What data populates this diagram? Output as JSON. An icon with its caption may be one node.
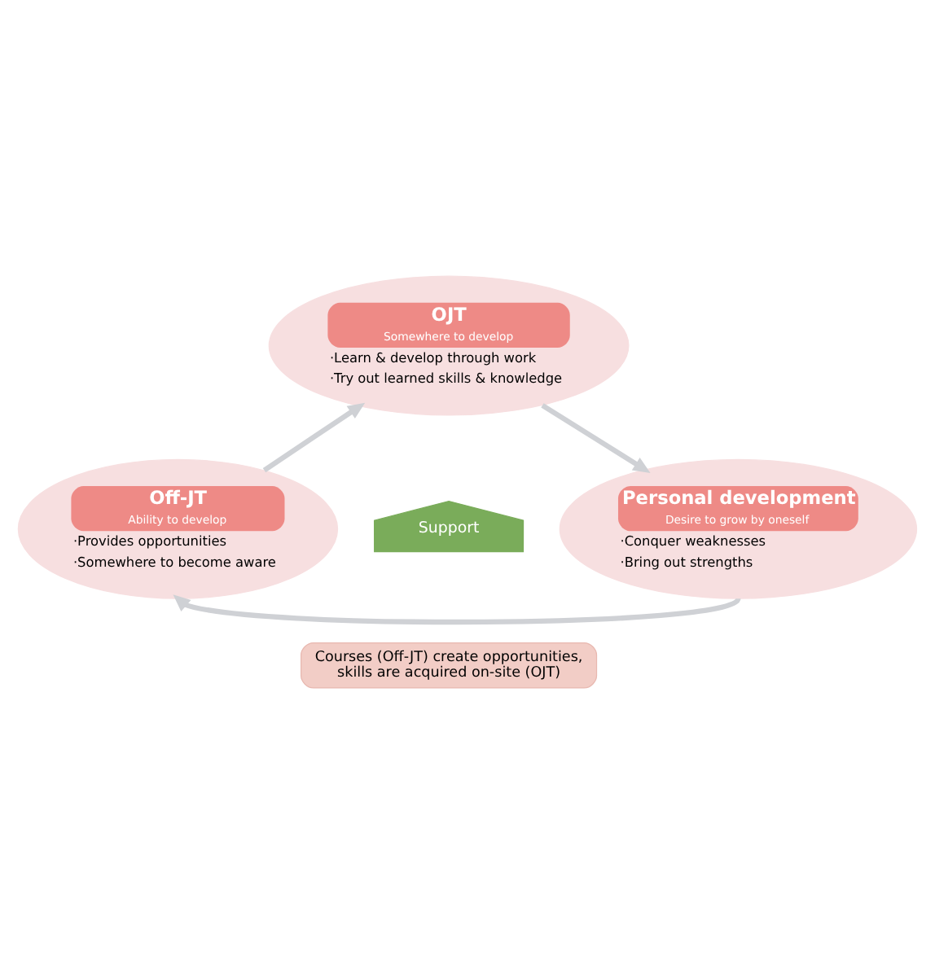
{
  "diagram": {
    "nodes": [
      {
        "text": [
          "OJT",
          "Somewhere to develop",
          "·Learn & develop through work",
          "·Try out learned skills & knowledge"
        ]
      },
      {
        "text": [
          "Personal development",
          "Desire to grow by oneself",
          "·Conquer weaknesses",
          "·Bring out strengths"
        ]
      },
      {
        "text": [
          "Off-JT",
          "Ability to develop",
          "·Provides opportunities",
          "·Somewhere to become aware"
        ]
      },
      {
        "text": [
          "Support"
        ]
      },
      {
        "text": [
          "Courses (Off-JT) create opportunities, skills are acquired on-site (OJT)"
        ]
      }
    ],
    "edges": [
      {
        "from": 0,
        "to": 1,
        "arrow": "to"
      },
      {
        "from": 1,
        "to": 2,
        "arrow": "to"
      },
      {
        "from": 2,
        "to": 0,
        "arrow": "to"
      }
    ]
  }
}
